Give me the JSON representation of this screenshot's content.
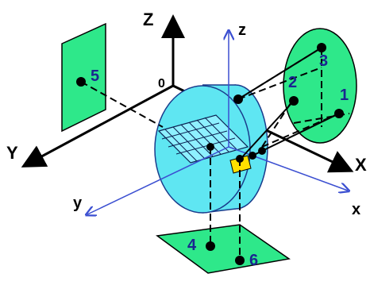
{
  "colors": {
    "panel_green": "#2ee88a",
    "cylinder_cyan": "#5fe6f2",
    "axis_blue": "#3b4fd1",
    "label_navy": "#1a2690",
    "black": "#000000"
  },
  "labels": {
    "global_z": "Z",
    "global_x": "X",
    "global_y": "Y",
    "origin": "0",
    "local_z": "z",
    "local_x": "x",
    "local_y": "y"
  },
  "points": [
    {
      "id": "1",
      "label": "1"
    },
    {
      "id": "2",
      "label": "2"
    },
    {
      "id": "3",
      "label": "3"
    },
    {
      "id": "4",
      "label": "4"
    },
    {
      "id": "5",
      "label": "5"
    },
    {
      "id": "6",
      "label": "6"
    }
  ]
}
